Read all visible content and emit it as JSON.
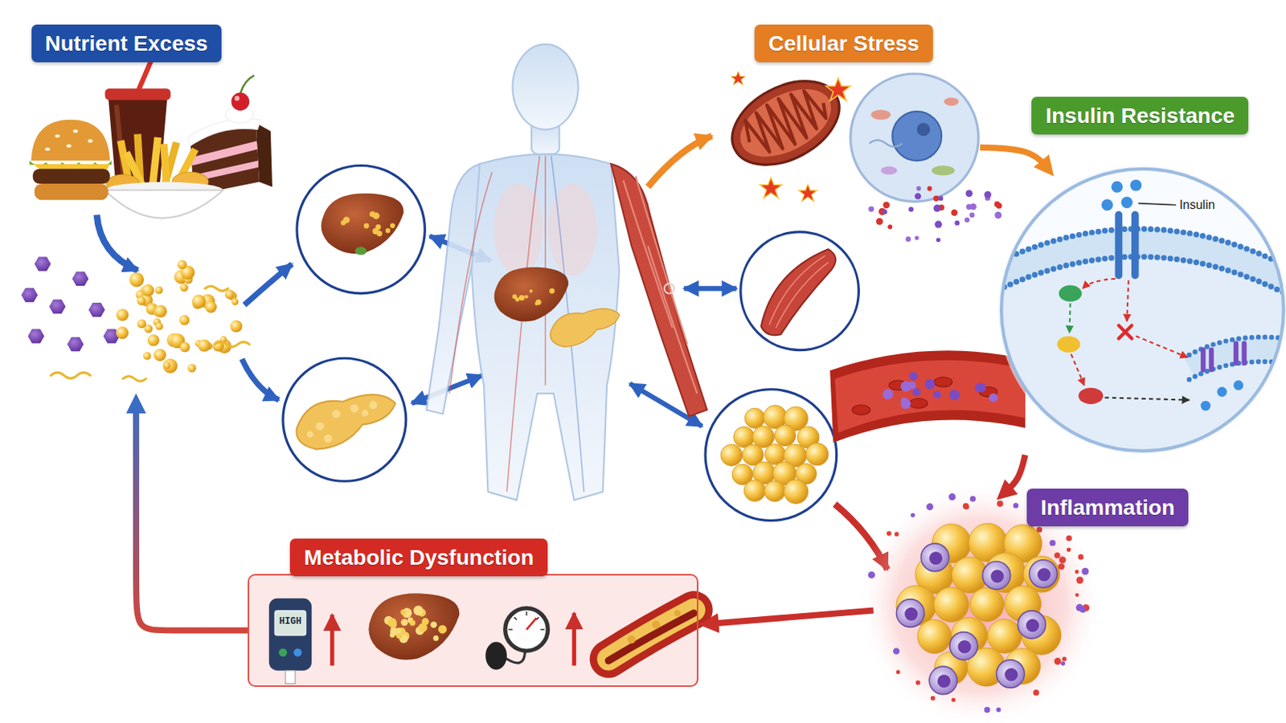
{
  "diagram": {
    "nodes": [
      {
        "text": [
          "Nutrient Excess"
        ]
      },
      {
        "text": [
          "Cellular Stress"
        ]
      },
      {
        "text": [
          "Insulin Resistance"
        ]
      },
      {
        "text": [
          "Inflammation"
        ]
      },
      {
        "text": [
          "Metabolic Dysfunction"
        ]
      }
    ],
    "edges": [
      {
        "from": 1,
        "to": 2,
        "arrow": "to"
      },
      {
        "from": 2,
        "to": 3,
        "arrow": "to"
      },
      {
        "from": 3,
        "to": 4,
        "arrow": "to"
      },
      {
        "from": 4,
        "to": 0,
        "arrow": "to"
      }
    ],
    "labels": [
      "Insulin",
      "HIGH"
    ]
  }
}
